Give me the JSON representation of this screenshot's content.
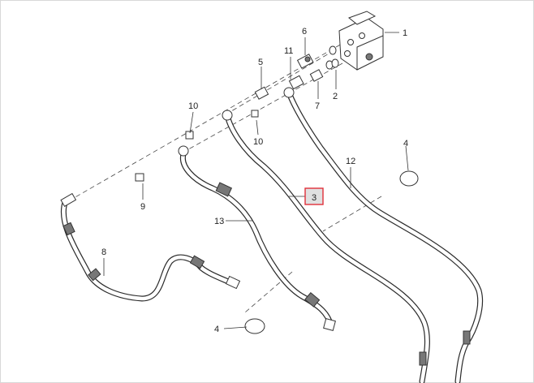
{
  "callouts": {
    "c1": "1",
    "c2": "2",
    "c3": "3",
    "c4a": "4",
    "c4b": "4",
    "c5": "5",
    "c6": "6",
    "c7": "7",
    "c8": "8",
    "c9": "9",
    "c10a": "10",
    "c10b": "10",
    "c11": "11",
    "c12": "12",
    "c13": "13"
  },
  "highlight": {
    "callout": "3",
    "color": "#e0303a"
  }
}
